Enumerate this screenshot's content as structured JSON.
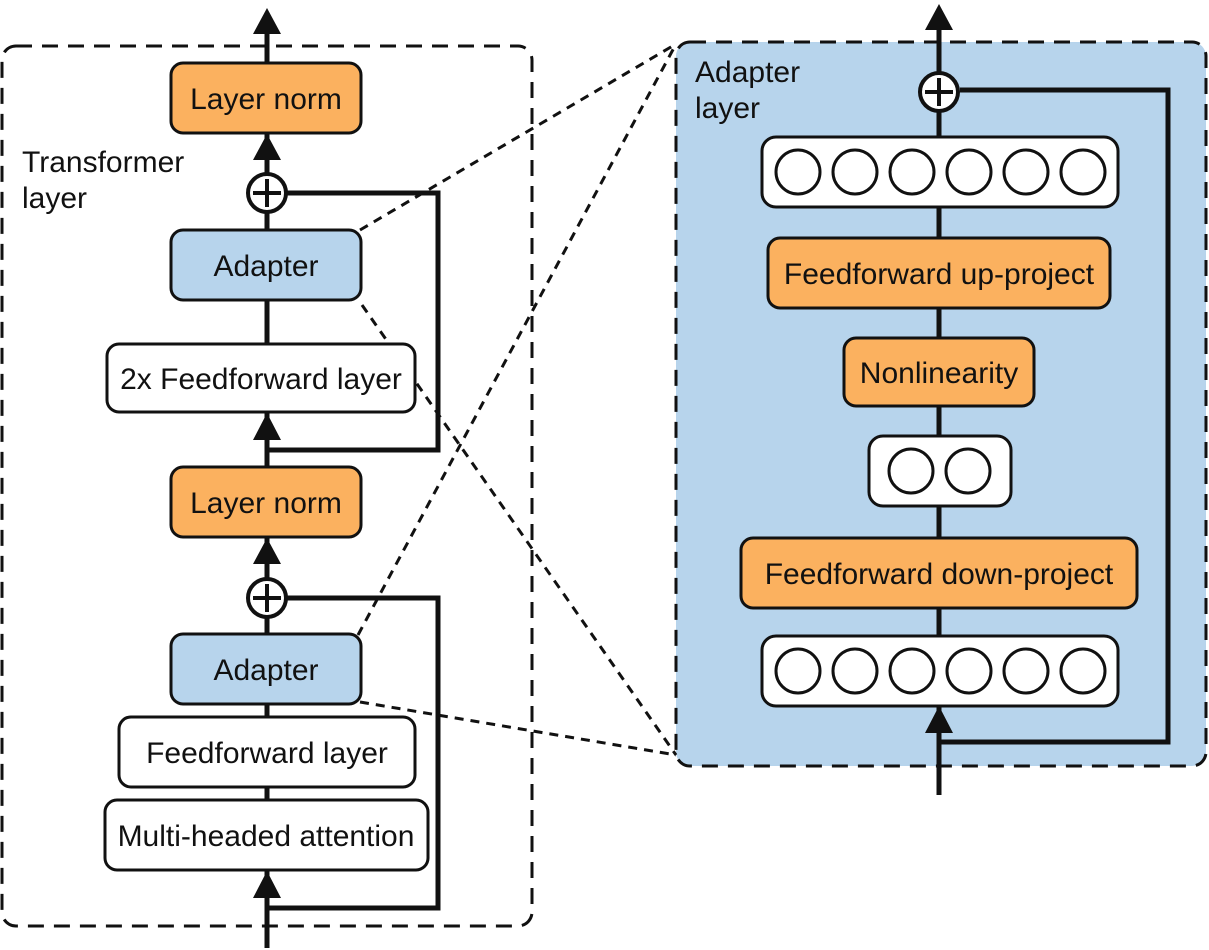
{
  "colors": {
    "orange": "#fbb15f",
    "blue": "#b7d4ec",
    "white": "#ffffff",
    "stroke": "#111111"
  },
  "transformer": {
    "label_line1": "Transformer",
    "label_line2": "layer",
    "top_layer_norm": "Layer norm",
    "upper_adapter": "Adapter",
    "ff_2x": "2x Feedforward layer",
    "mid_layer_norm": "Layer norm",
    "lower_adapter": "Adapter",
    "ff_layer": "Feedforward layer",
    "attention": "Multi-headed attention",
    "plus_symbol": "+"
  },
  "adapter": {
    "label_line1": "Adapter",
    "label_line2": "layer",
    "ff_up": "Feedforward up-project",
    "nonlinearity": "Nonlinearity",
    "ff_down": "Feedforward down-project",
    "plus_symbol": "+"
  }
}
